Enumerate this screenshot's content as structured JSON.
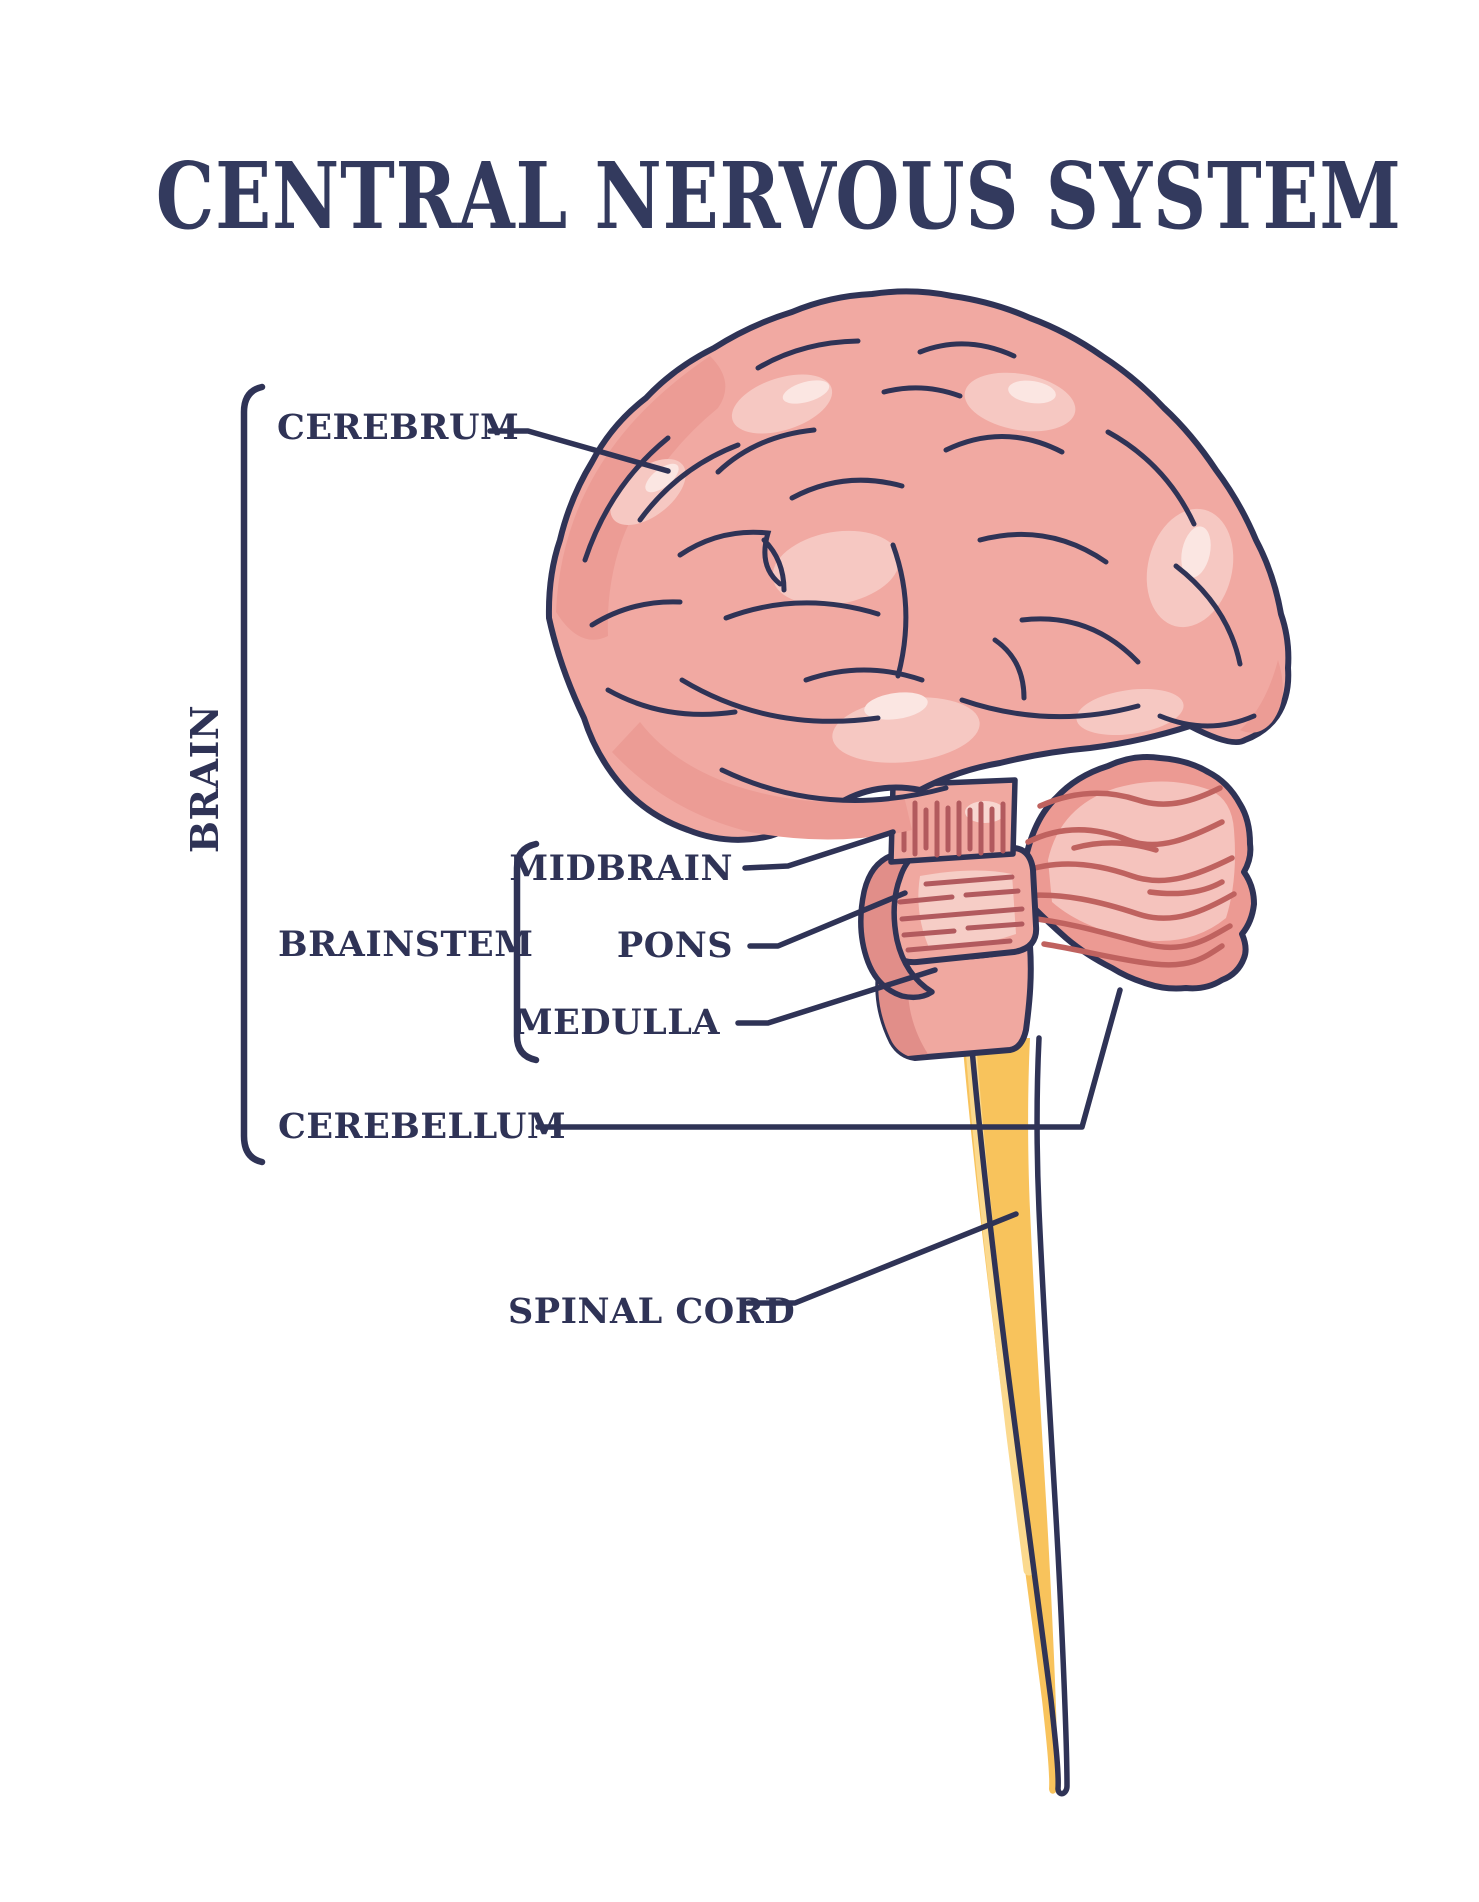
{
  "title": "CENTRAL NERVOUS SYSTEM",
  "labels": {
    "brain": "BRAIN",
    "cerebrum": "CEREBRUM",
    "brainstem": "BRAINSTEM",
    "midbrain": "MIDBRAIN",
    "pons": "PONS",
    "medulla": "MEDULLA",
    "cerebellum": "CEREBELLUM",
    "spinal_cord": "SPINAL CORD"
  },
  "colors": {
    "ink_text": "#333A5E",
    "ink_outline": "#2F3356",
    "brain_pink": "#F1A9A2",
    "brain_shade": "#E18E89",
    "brain_light": "#F6C8C2",
    "brain_highlight": "#FBE6E2",
    "stripe_rose": "#B25A5E",
    "cerebellum_wave": "#BF625F",
    "cord_yellow": "#F8C35C",
    "cord_highlight": "#FBD98E",
    "background": "#FFFFFF"
  }
}
